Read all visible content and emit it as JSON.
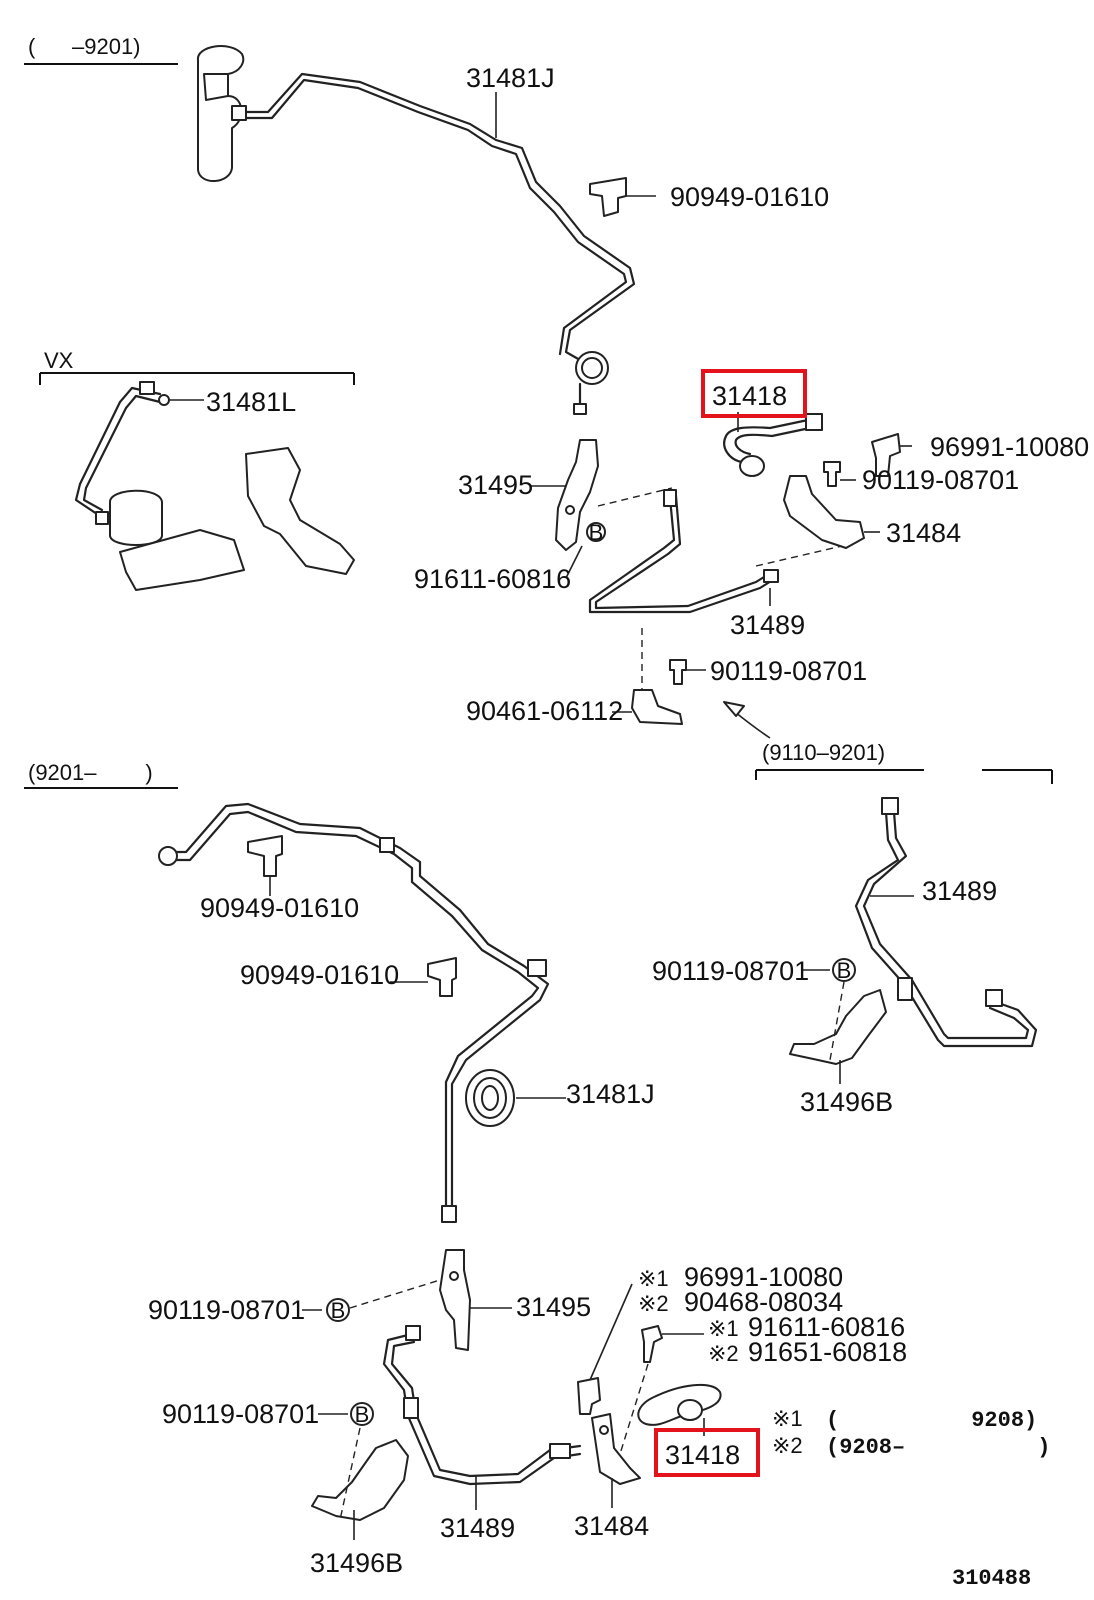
{
  "diagram_id": "310488",
  "colors": {
    "highlight": "#e3121b",
    "line": "#222222",
    "background": "#ffffff"
  },
  "sections": {
    "top_left": "(      –9201)",
    "vx": "VX",
    "middle_left": "(9201–        )",
    "right": "(9110–9201)"
  },
  "labels": {
    "a01": "31481J",
    "a02": "90949-01610",
    "a03": "31481L",
    "a04": "31418",
    "a05": "96991-10080",
    "a06": "90119-08701",
    "a07": "31495",
    "a08": "31484",
    "a09": "91611-60816",
    "a10": "31489",
    "a11": "90119-08701",
    "a12": "90461-06112",
    "b01": "90949-01610",
    "b02": "90949-01610",
    "b03": "31481J",
    "b04": "90119-08701",
    "b05": "31495",
    "b06": "90119-08701",
    "b07": "31489",
    "b08": "31484",
    "b09": "31496B",
    "b10": "31418",
    "c01": "31489",
    "c02": "90119-08701",
    "c03": "31496B"
  },
  "bolt_marker": "B",
  "notes": {
    "n1_mark": "※1",
    "n1_part": "96991-10080",
    "n2_mark": "※2",
    "n2_part": "90468-08034",
    "n3_mark": "※1",
    "n3_part": "91611-60816",
    "n4_mark": "※2",
    "n4_part": "91651-60818",
    "d1_mark": "※1",
    "d1_text": "(          9208)",
    "d2_mark": "※2",
    "d2_text": "(9208–          )"
  }
}
